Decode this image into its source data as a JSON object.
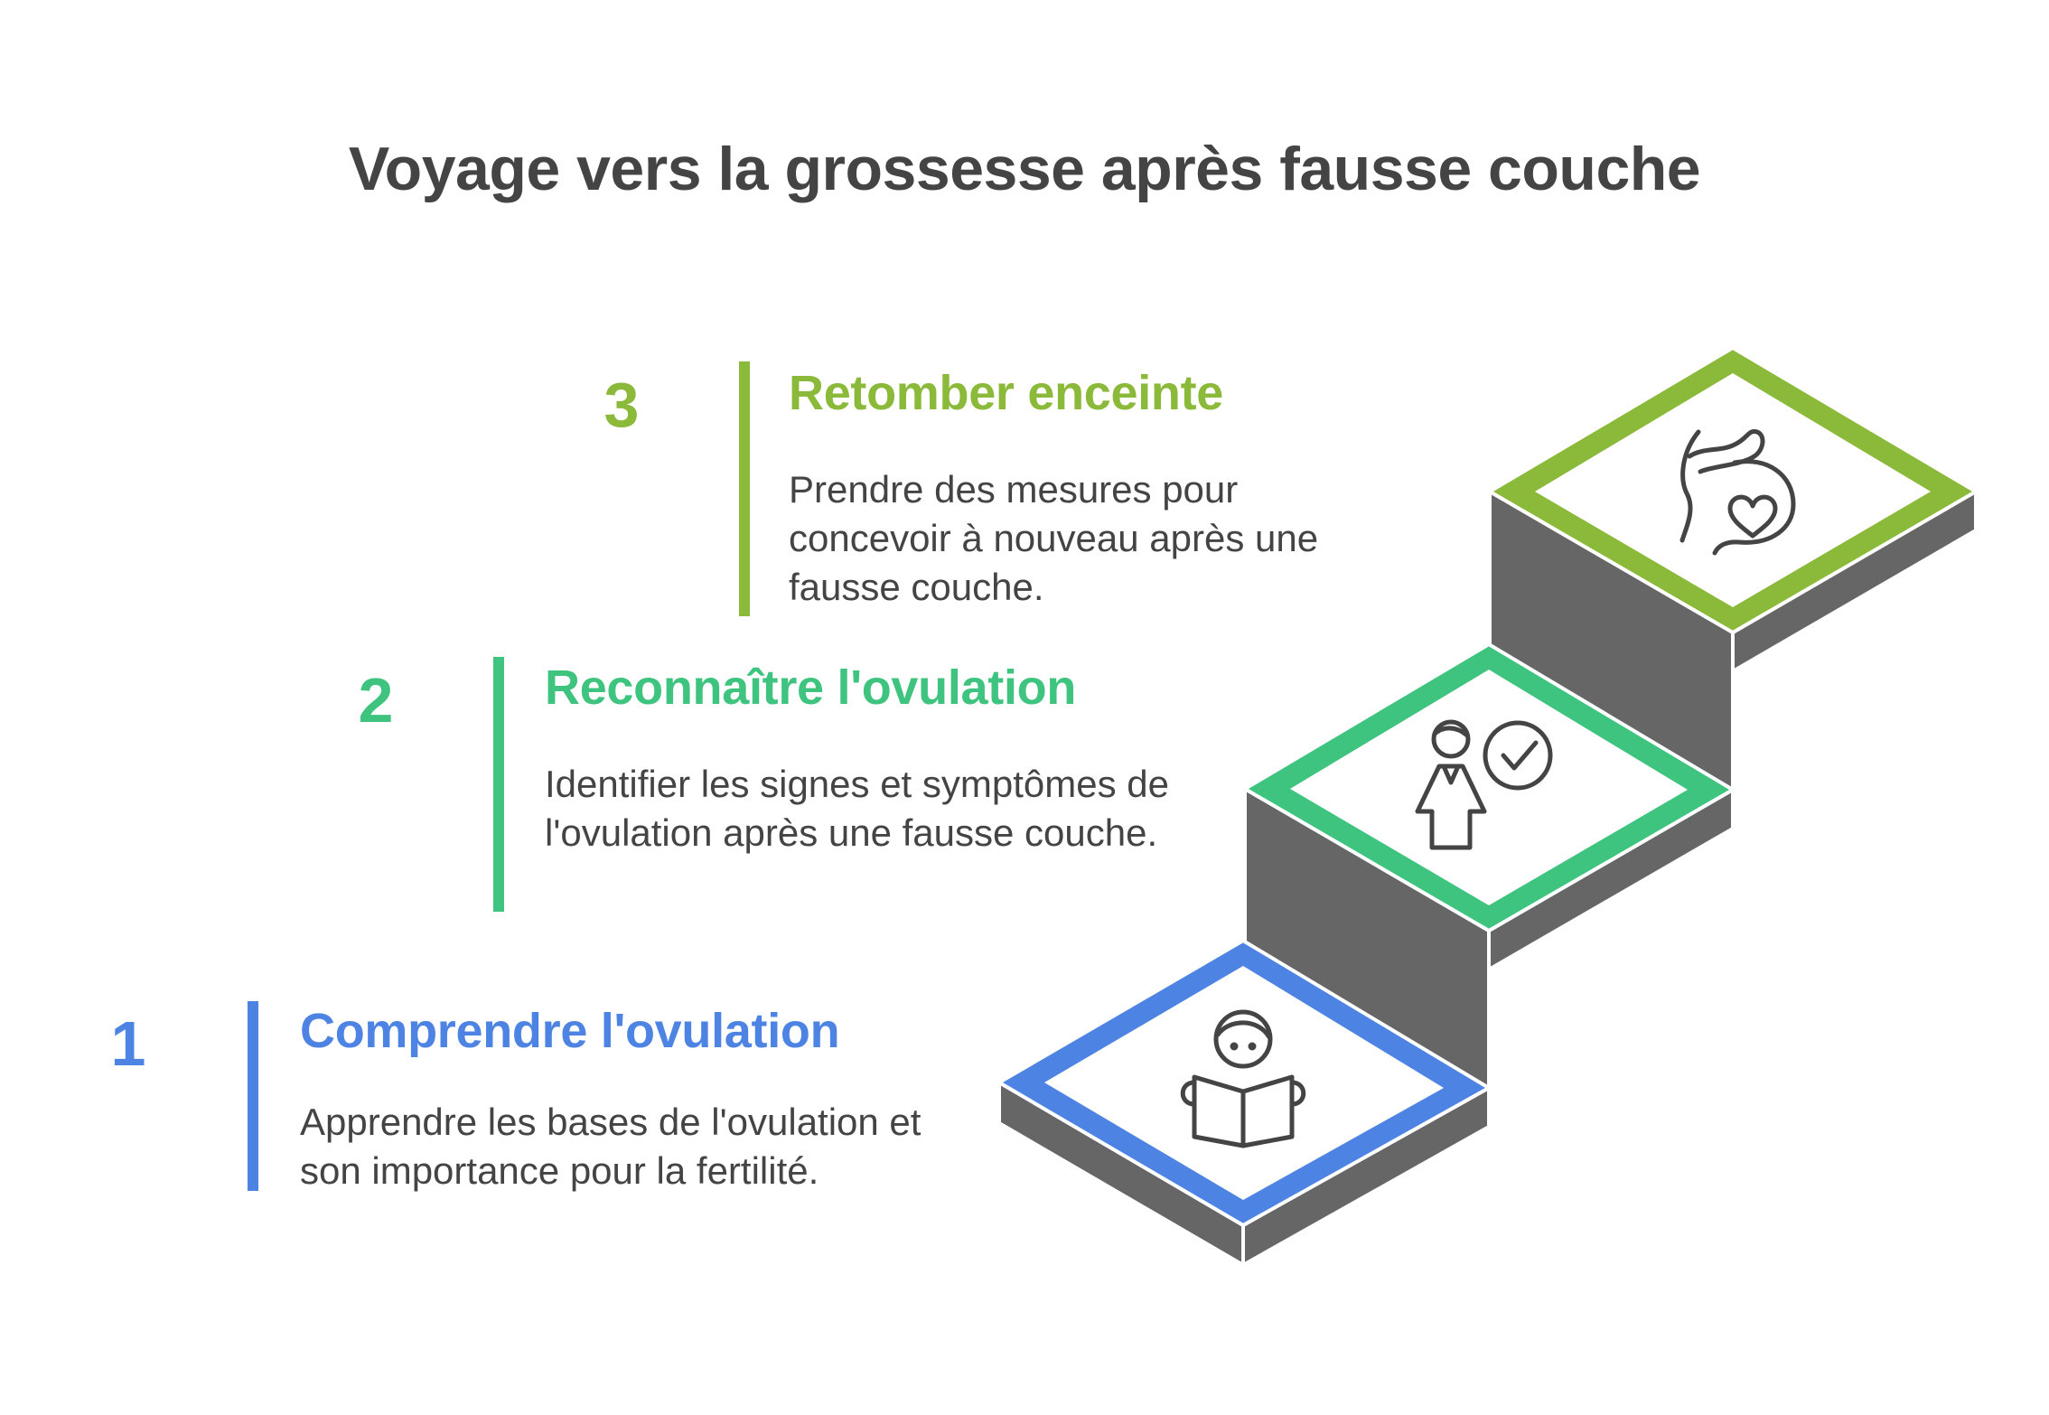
{
  "title": "Voyage vers la grossesse après fausse couche",
  "colors": {
    "step1": "#4d84e3",
    "step2": "#3ec47f",
    "step3": "#8bb93a",
    "riser": "#666666",
    "text": "#444444"
  },
  "steps": [
    {
      "number": "1",
      "title": "Comprendre l'ovulation",
      "description": "Apprendre les bases de l'ovulation et son importance pour la fertilité.",
      "icon": "reading-book-icon"
    },
    {
      "number": "2",
      "title": "Reconnaître l'ovulation",
      "description": "Identifier les signes et symptômes de l'ovulation après une fausse couche.",
      "icon": "woman-checkmark-icon"
    },
    {
      "number": "3",
      "title": "Retomber enceinte",
      "description": "Prendre des mesures pour concevoir à nouveau après une fausse couche.",
      "icon": "pregnancy-heart-icon"
    }
  ]
}
